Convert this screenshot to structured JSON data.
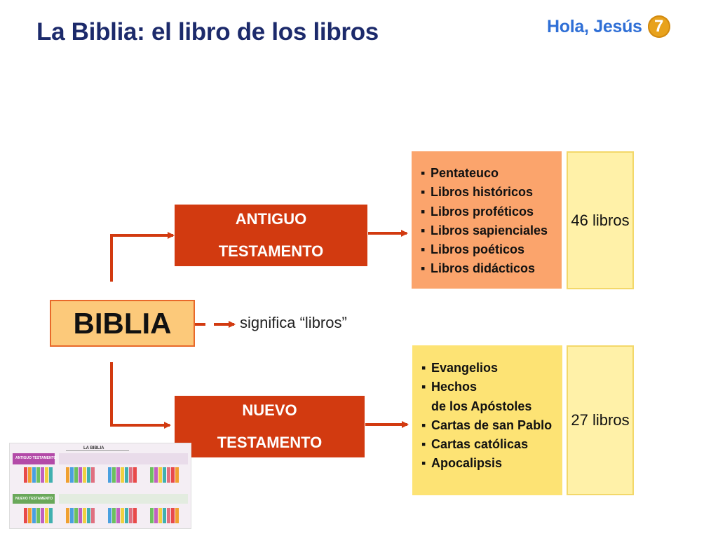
{
  "header": {
    "title": "La Biblia: el libro de los libros",
    "brand": "Hola, Jesús",
    "badge": "7"
  },
  "diagram": {
    "root": {
      "label": "BIBLIA",
      "meaning": "significa “libros”"
    },
    "antiguo": {
      "line1": "ANTIGUO",
      "line2": "TESTAMENTO",
      "items": [
        "Pentateuco",
        "Libros históricos",
        "Libros proféticos",
        "Libros sapienciales",
        "Libros poéticos",
        "Libros didácticos"
      ],
      "count": "46 libros"
    },
    "nuevo": {
      "line1": "NUEVO",
      "line2": "TESTAMENTO",
      "items": [
        "Evangelios",
        "Hechos",
        "de los Apóstoles",
        "Cartas de san Pablo",
        "Cartas católicas",
        "Apocalipsis"
      ],
      "count": "27 libros"
    }
  },
  "thumbnail": {
    "title": "LA BIBLIA",
    "label_at": "ANTIGUO TESTAMENTO",
    "label_nt": "NUEVO TESTAMENTO"
  },
  "colors": {
    "arrow": "#d23a10",
    "testament": "#d23a10",
    "title": "#1c2a6b",
    "brand": "#2f6fd6",
    "badge": "#e8a21c"
  }
}
